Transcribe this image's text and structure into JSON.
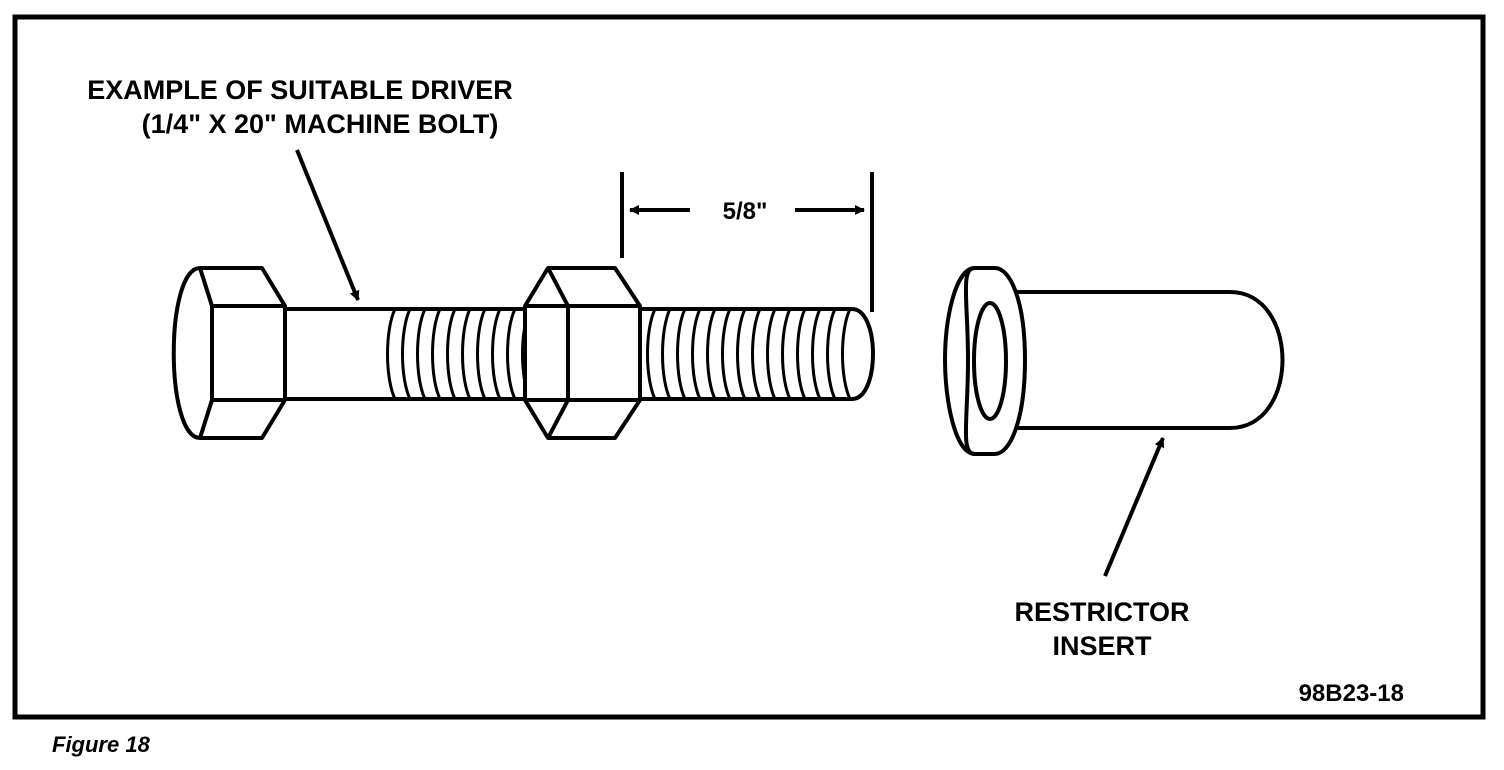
{
  "figure": {
    "caption": "Figure 18",
    "code": "98B23-18"
  },
  "labels": {
    "driver_line1": "EXAMPLE OF SUITABLE DRIVER",
    "driver_line2": "(1/4\" X 20\" MACHINE BOLT)",
    "dimension": "5/8\"",
    "insert_line1": "RESTRICTOR",
    "insert_line2": "INSERT"
  }
}
